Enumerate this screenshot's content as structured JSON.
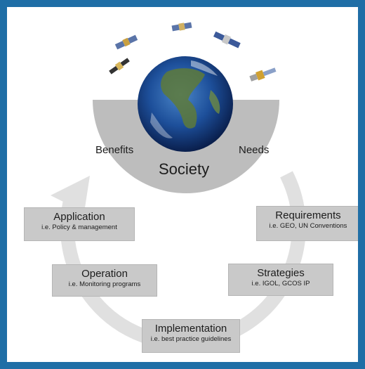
{
  "society": {
    "center_label": "Society",
    "left_label": "Benefits",
    "right_label": "Needs"
  },
  "stages": [
    {
      "id": "requirements",
      "title": "Requirements",
      "subtitle": "i.e. GEO, UN Conventions"
    },
    {
      "id": "strategies",
      "title": "Strategies",
      "subtitle": "i.e. IGOL, GCOS IP"
    },
    {
      "id": "implementation",
      "title": "Implementation",
      "subtitle": "i.e. best practice guidelines"
    },
    {
      "id": "operation",
      "title": "Operation",
      "subtitle": "i.e. Monitoring programs"
    },
    {
      "id": "application",
      "title": "Application",
      "subtitle": "i.e. Policy & management"
    }
  ],
  "icons": [
    "earth-globe",
    "satellite"
  ],
  "colors": {
    "frame": "#1f6ea6",
    "arc": "#e0e0e0",
    "box": "#c9c9c9",
    "society_band": "#bdbdbd"
  }
}
